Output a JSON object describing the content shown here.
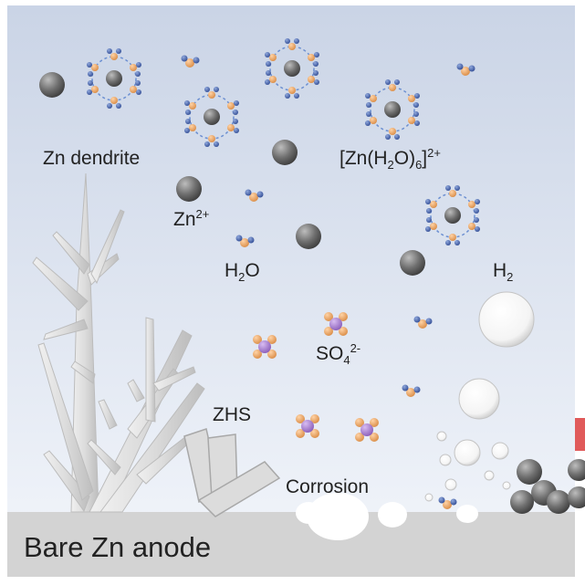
{
  "labels": {
    "zn_dendrite": "Zn dendrite",
    "zn_ion": "Zn",
    "zn_ion_charge": "2+",
    "water_h": "H",
    "water_sub": "2",
    "water_o": "O",
    "complex_open": "[Zn(H",
    "complex_sub2": "2",
    "complex_mid": "O)",
    "complex_sub6": "6",
    "complex_close": "]",
    "complex_charge": "2+",
    "hydrogen_h": "H",
    "hydrogen_sub": "2",
    "sulfate_so": "SO",
    "sulfate_sub": "4",
    "sulfate_charge": "2-",
    "zhs": "ZHS",
    "corrosion": "Corrosion",
    "anode": "Bare Zn anode"
  },
  "colors": {
    "background_top": "#cad4e6",
    "background_bottom": "#f3f6fb",
    "anode": "#d3d3d3",
    "zinc_ion": "#6a6a6a",
    "water_oxygen": "#e9a25c",
    "water_hydrogen": "#3f5fa8",
    "sulfur": "#a277c9",
    "complex_ring": "#e08b55",
    "dendrite": "#d9d9d9",
    "bubble": "#ffffff"
  },
  "icons": [
    "zinc-ion-sphere-icon",
    "water-molecule-icon",
    "hydrated-zinc-complex-icon",
    "sulfate-ion-icon",
    "hydrogen-bubble-icon",
    "zinc-dendrite-icon",
    "zhs-flake-icon"
  ]
}
